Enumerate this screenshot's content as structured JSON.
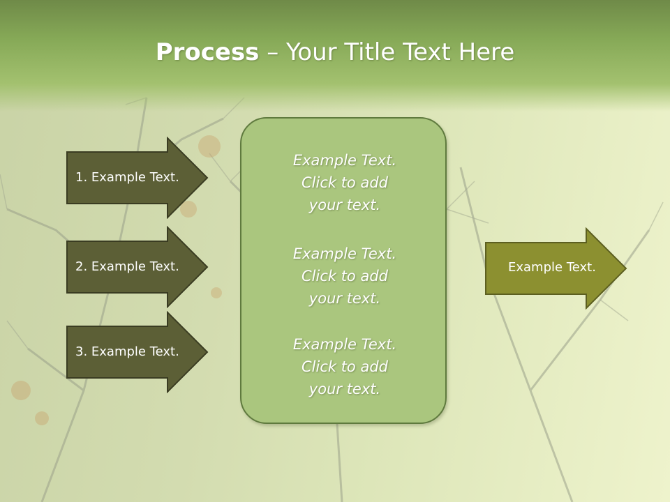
{
  "title": {
    "bold": "Process",
    "rest": " – Your Title Text Here"
  },
  "left_arrows": [
    {
      "label": "1. Example Text."
    },
    {
      "label": "2. Example Text."
    },
    {
      "label": "3. Example Text."
    }
  ],
  "center_box": {
    "blocks": [
      {
        "lines": [
          "Example Text.",
          "Click  to add",
          "your text."
        ]
      },
      {
        "lines": [
          "Example Text.",
          "Click  to add",
          "your text."
        ]
      },
      {
        "lines": [
          "Example Text.",
          "Click  to add",
          "your text."
        ]
      }
    ]
  },
  "right_arrow": {
    "label": "Example Text."
  },
  "colors": {
    "left_arrow_fill": "#5c5f36",
    "right_arrow_fill": "#8c9030",
    "center_fill": "#aac67e",
    "title_band": "#86a957"
  }
}
